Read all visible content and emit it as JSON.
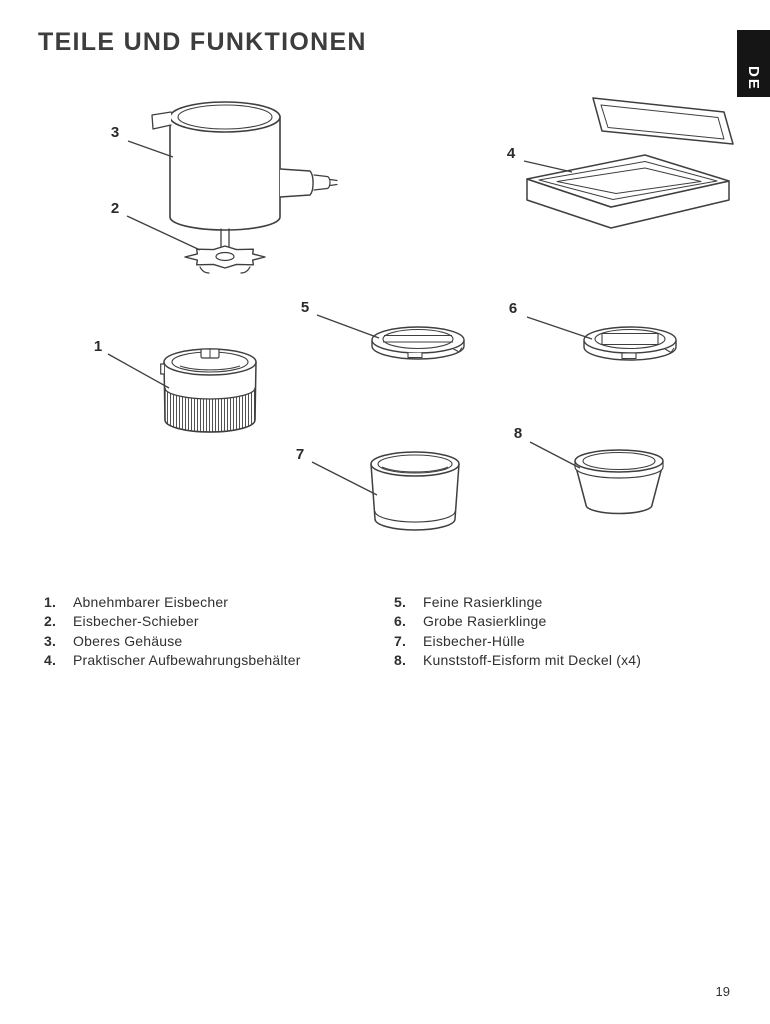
{
  "page": {
    "title": "TEILE UND FUNKTIONEN",
    "language_tab": "DE",
    "page_number": "19"
  },
  "callouts": [
    "1",
    "2",
    "3",
    "4",
    "5",
    "6",
    "7",
    "8"
  ],
  "parts_list": {
    "left": [
      {
        "num": "1.",
        "label": "Abnehmbarer Eisbecher"
      },
      {
        "num": "2.",
        "label": "Eisbecher-Schieber"
      },
      {
        "num": "3.",
        "label": "Oberes Gehäuse"
      },
      {
        "num": "4.",
        "label": "Praktischer Aufbewahrungsbehälter"
      }
    ],
    "right": [
      {
        "num": "5.",
        "label": "Feine Rasierklinge"
      },
      {
        "num": "6.",
        "label": "Grobe Rasierklinge"
      },
      {
        "num": "7.",
        "label": "Eisbecher-Hülle"
      },
      {
        "num": "8.",
        "label": "Kunststoff-Eisform mit Deckel (x4)"
      }
    ]
  }
}
